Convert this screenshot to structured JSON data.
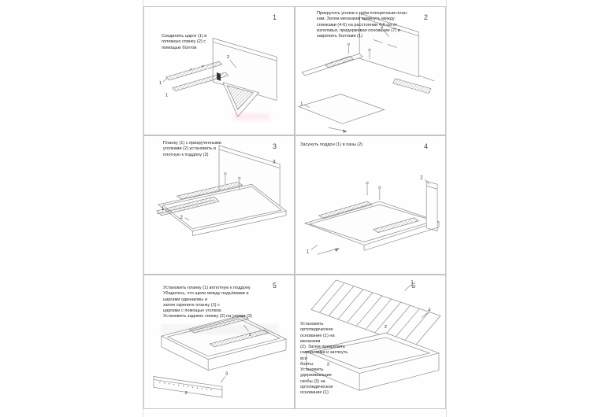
{
  "document": {
    "panels": [
      {
        "number": "1",
        "text": "Соединить царги (1) и\nголовную спинку (2) с\nпомощью болтов",
        "callouts": {
          "a": "1",
          "b": "2",
          "c": "1"
        }
      },
      {
        "number": "2",
        "text": "Прикрутить уголки к трём поперечным план-\nкам. Затем механизм вдвинуть между\nспинками (4-6) на расстоянии 4-6 см от\nизголовья, придерживая основание (7) и\nзакрепить болтами (1)",
        "callouts": {
          "a": "3",
          "b": "1"
        }
      },
      {
        "number": "3",
        "text": "Планку (1) с прикрученными\nуголками (2) установить в\nплотную к поддону (3)",
        "callouts": {
          "a": "1",
          "b": "2",
          "c": "3"
        }
      },
      {
        "number": "4",
        "text": "Засунуть поддон (1) в пазы (2)",
        "callouts": {
          "a": "1",
          "b": "2"
        }
      },
      {
        "number": "5",
        "text": "Установить планку (1) вплотную к поддону\nУбедитесь, что щели между подъёмами и\nцаргами одинаковы и\nзатем скрепите планку (1) с\nцаргами с помощью уголков.\nУстановить заднюю спинку (2) на уголки (3)",
        "callouts": {
          "a": "1",
          "b": "2",
          "c": "3"
        }
      },
      {
        "number": "6",
        "text": "Установить ортопедическое\nоснование (1) на механизм\n(2). Затем прикрепить\nсаморезами и затянуть все\nболты.\nУстановить удерживающие\nскобы (3) на\nортопедическое\nоснование (1)",
        "callouts": {
          "a": "1",
          "b": "2",
          "c": "3",
          "d": "4"
        }
      }
    ]
  }
}
